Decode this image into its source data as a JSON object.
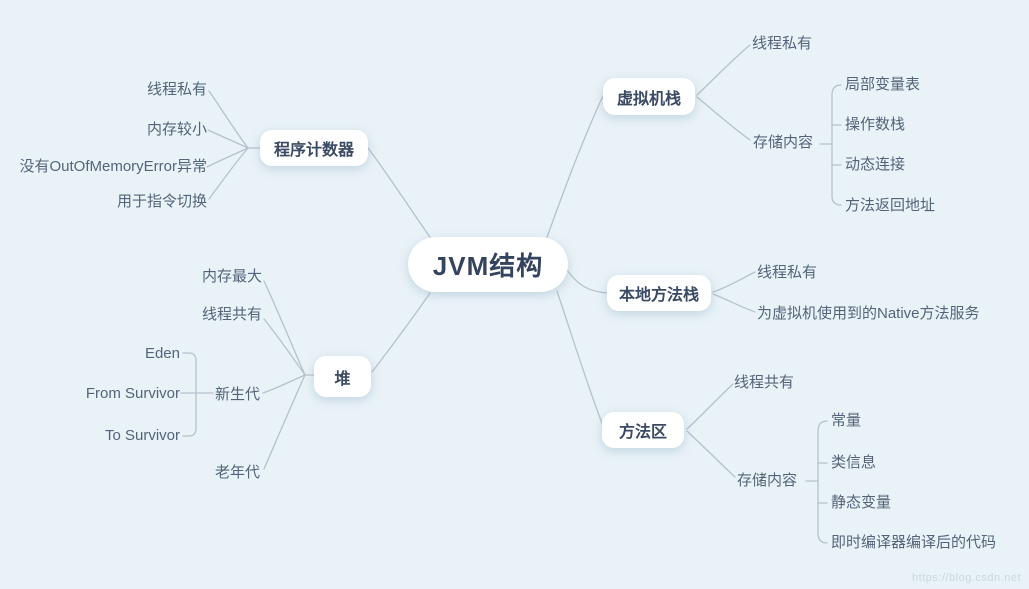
{
  "colors": {
    "background": "#e9f2f7",
    "line": "#b5c1cb",
    "node_background": "#ffffff",
    "node_text": "#3a4a63",
    "leaf_text": "#53647a"
  },
  "root": {
    "label": "JVM结构"
  },
  "branches": {
    "pc": {
      "label": "程序计数器",
      "children": [
        "线程私有",
        "内存较小",
        "没有OutOfMemoryError异常",
        "用于指令切换"
      ]
    },
    "heap": {
      "label": "堆",
      "children": [
        "内存最大",
        "线程共有",
        "新生代",
        "老年代"
      ],
      "young_gen": [
        "Eden",
        "From Survivor",
        "To Survivor"
      ]
    },
    "vmstack": {
      "label": "虚拟机栈",
      "children": [
        "线程私有",
        "存储内容"
      ],
      "storage": [
        "局部变量表",
        "操作数栈",
        "动态连接",
        "方法返回地址"
      ]
    },
    "native": {
      "label": "本地方法栈",
      "children": [
        "线程私有",
        "为虚拟机使用到的Native方法服务"
      ]
    },
    "method": {
      "label": "方法区",
      "children": [
        "线程共有",
        "存储内容"
      ],
      "storage": [
        "常量",
        "类信息",
        "静态变量",
        "即时编译器编译后的代码"
      ]
    }
  },
  "watermark": "https://blog.csdn.net"
}
